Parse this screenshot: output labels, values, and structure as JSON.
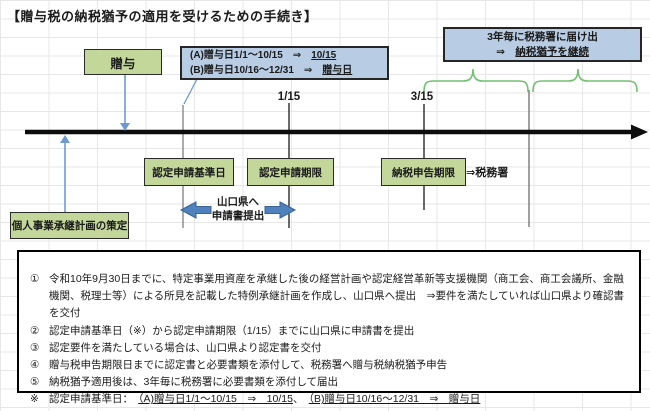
{
  "title": "【贈与税の納税猶予の適用を受けるための手続き】",
  "colors": {
    "box_green": "#c4d79b",
    "box_blue": "#b8cce4",
    "brace_green": "#71c171",
    "connector_blue": "#6f9ad0",
    "block_arrow_blue": "#4f81bd",
    "timeline_black": "#0d0d0d"
  },
  "boxes": {
    "gift": {
      "label": "贈与"
    },
    "gift_date_note": {
      "line_a_prefix": "(A)贈与日1/1～10/15　⇒　",
      "line_a_value": "10/15",
      "line_b_prefix": "(B)贈与日10/16～12/31　⇒　",
      "line_b_value": "贈与日"
    },
    "renewal_note": {
      "line1": "3年毎に税務署に届け出",
      "line2_prefix": "⇒　",
      "line2_value": "納税猶予を継続"
    },
    "base_date": {
      "label": "認定申請基準日"
    },
    "app_deadline": {
      "label": "認定申請期限"
    },
    "tax_filing_deadline": {
      "label": "納税申告期限"
    },
    "tax_office_suffix": "⇒税務署",
    "submit_to_pref": {
      "line1": "山口県へ",
      "line2": "申請書提出"
    },
    "succession_plan": {
      "label": "個人事業承継計画の策定"
    }
  },
  "timeline": {
    "labels": [
      {
        "text": "1/15"
      },
      {
        "text": "3/15"
      }
    ]
  },
  "notes": {
    "items": [
      {
        "marker": "①",
        "text": "令和10年9月30日までに、特定事業用資産を承継した後の経営計画や認定経営革新等支援機関（商工会、商工会議所、金融機関、税理士等）による所見を記載した特例承継計画を作成し、山口県へ提出　⇒要件を満たしていれば山口県より確認書を交付"
      },
      {
        "marker": "②",
        "text": "認定申請基準日（※）から認定申請期限（1/15）までに山口県に申請書を提出"
      },
      {
        "marker": "③",
        "text": "認定要件を満たしている場合は、山口県より認定書を交付"
      },
      {
        "marker": "④",
        "text": "贈与税申告期限日までに認定書と必要書類を添付して、税務署へ贈与税納税猶予申告"
      },
      {
        "marker": "⑤",
        "text": "納税猶予適用後は、3年毎に税務署に必要書類を添付して届出"
      }
    ],
    "footnote": {
      "marker": "※",
      "prefix": "認定申請基準日：　",
      "underline_a": "（A)贈与日1/1～10/15　⇒　10/15",
      "separator": "、　",
      "underline_b": "（B)贈与日10/16～12/31　⇒　贈与日"
    }
  }
}
